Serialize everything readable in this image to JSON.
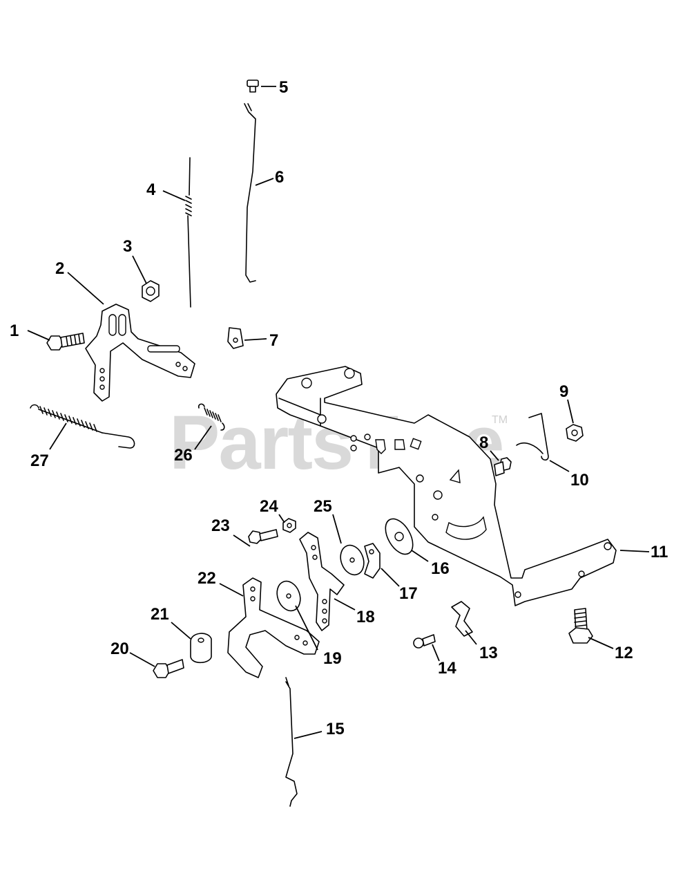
{
  "watermark": {
    "text": "PartsTree",
    "trademark": "TM"
  },
  "callouts": [
    "1",
    "2",
    "3",
    "4",
    "5",
    "6",
    "7",
    "8",
    "9",
    "10",
    "11",
    "12",
    "13",
    "14",
    "15",
    "16",
    "17",
    "18",
    "19",
    "20",
    "21",
    "22",
    "23",
    "24",
    "25",
    "26",
    "27"
  ]
}
